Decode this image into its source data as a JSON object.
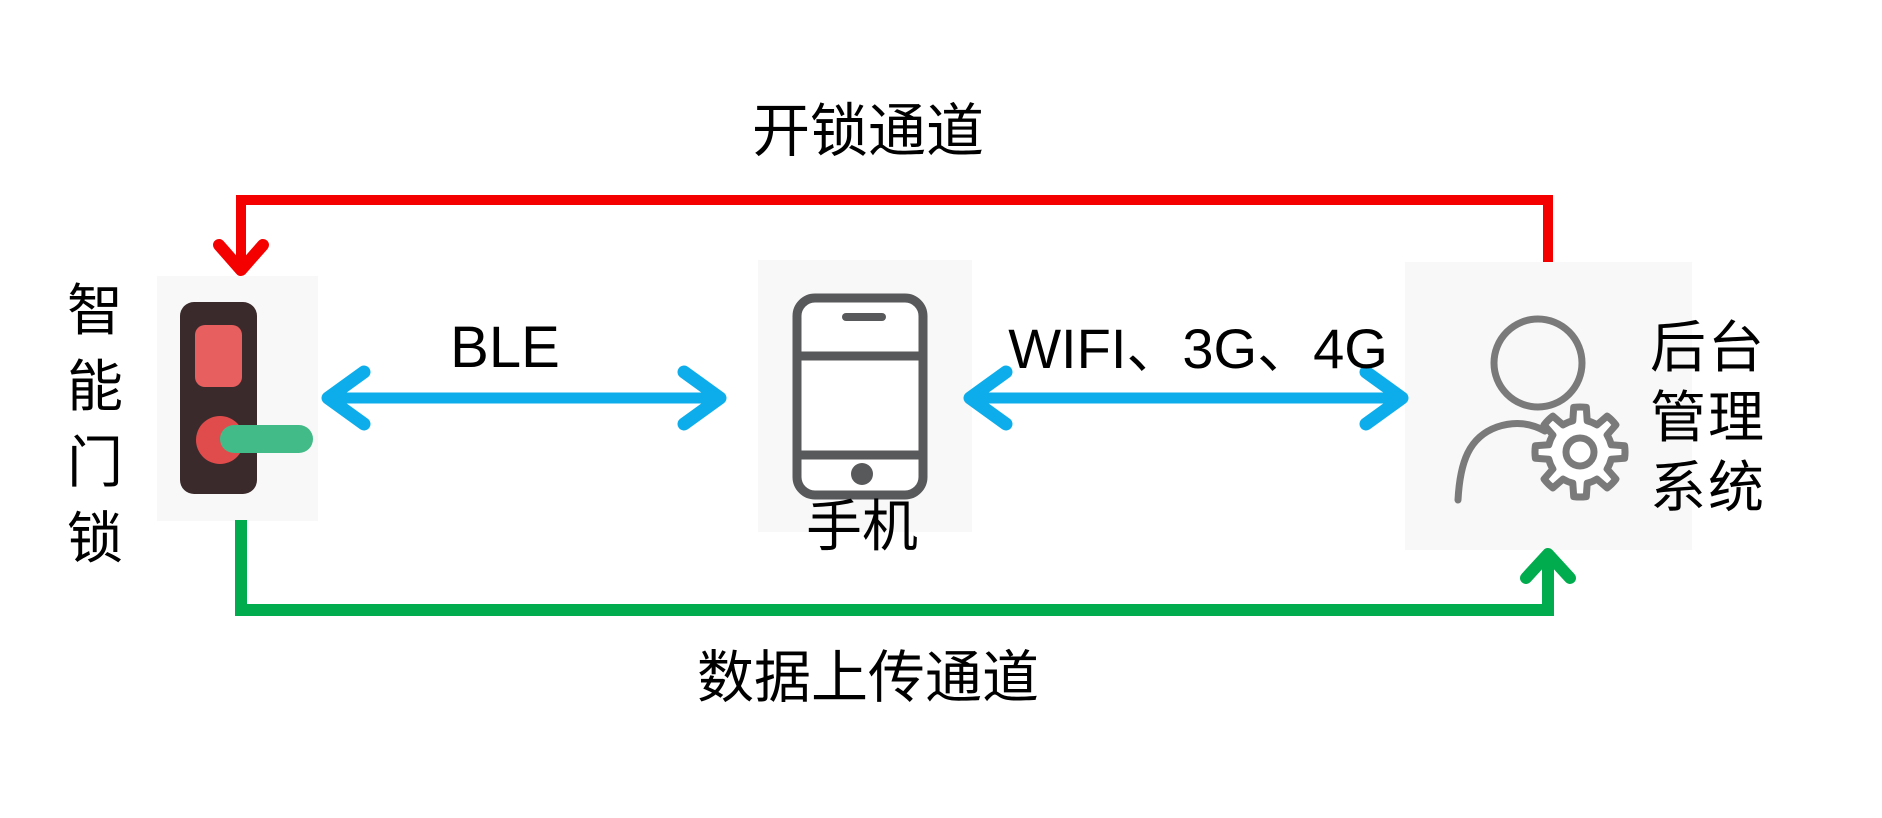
{
  "nodes": {
    "smart_lock": {
      "label": "智能门锁",
      "chars": [
        "智",
        "能",
        "门",
        "锁"
      ]
    },
    "phone": {
      "label": "手机"
    },
    "backend": {
      "label": "后台管理系统",
      "lines": [
        "后台",
        "管理",
        "系统"
      ]
    }
  },
  "channels": {
    "unlock": {
      "label": "开锁通道",
      "from": "backend",
      "to": "smart_lock"
    },
    "upload": {
      "label": "数据上传通道",
      "from": "smart_lock",
      "to": "backend"
    }
  },
  "links": {
    "ble": {
      "label": "BLE",
      "between": [
        "smart_lock",
        "phone"
      ]
    },
    "wan": {
      "label": "WIFI、3G、4G",
      "between": [
        "phone",
        "backend"
      ]
    }
  },
  "colors": {
    "red": "#f50000",
    "green": "#00ac4d",
    "blue": "#0cadea",
    "box_bg": "#f8f8f8",
    "phone_gray": "#58595b",
    "person_gray": "#7a7a7a",
    "lock_body": "#3b2a2b",
    "lock_panel": "#e7605f",
    "lock_knob": "#e04b4b",
    "lock_handle": "#43bb88",
    "text": "#000000"
  }
}
